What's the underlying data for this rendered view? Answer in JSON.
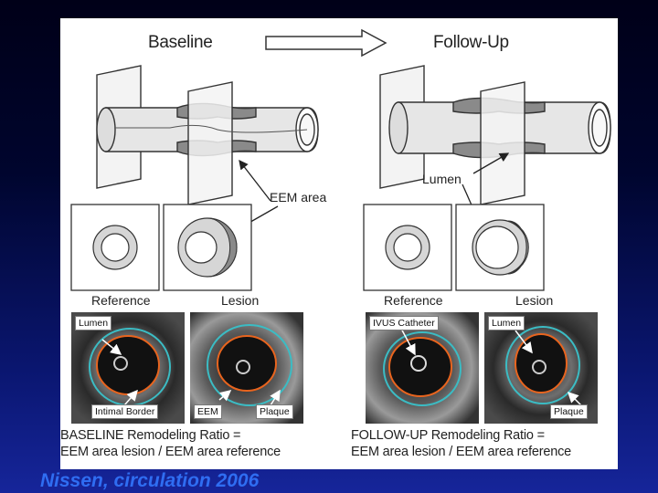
{
  "diagram": {
    "baseline_title": "Baseline",
    "followup_title": "Follow-Up",
    "eem_area_label": "EEM area",
    "lumen_label": "Lumen",
    "panels": {
      "baseline_reference": "Reference",
      "baseline_lesion": "Lesion",
      "followup_reference": "Reference",
      "followup_lesion": "Lesion"
    },
    "ivus_tags": {
      "lumen_1": "Lumen",
      "intimal_border": "Intimal Border",
      "eem": "EEM",
      "plaque_1": "Plaque",
      "ivus_catheter": "IVUS Catheter",
      "lumen_2": "Lumen",
      "plaque_2": "Plaque"
    },
    "baseline_ratio_line1": "BASELINE Remodeling Ratio =",
    "baseline_ratio_line2": "EEM area lesion / EEM area reference",
    "followup_ratio_line1": "FOLLOW-UP Remodeling Ratio =",
    "followup_ratio_line2": "EEM area lesion / EEM area reference"
  },
  "citation": "Nissen, circulation 2006",
  "colors": {
    "eem_border": "#3bbcc4",
    "intimal_border": "#e8641e",
    "plaque": "#8a8a8a",
    "vessel_wall": "#d9d9d9",
    "citation": "#2f6df2"
  }
}
